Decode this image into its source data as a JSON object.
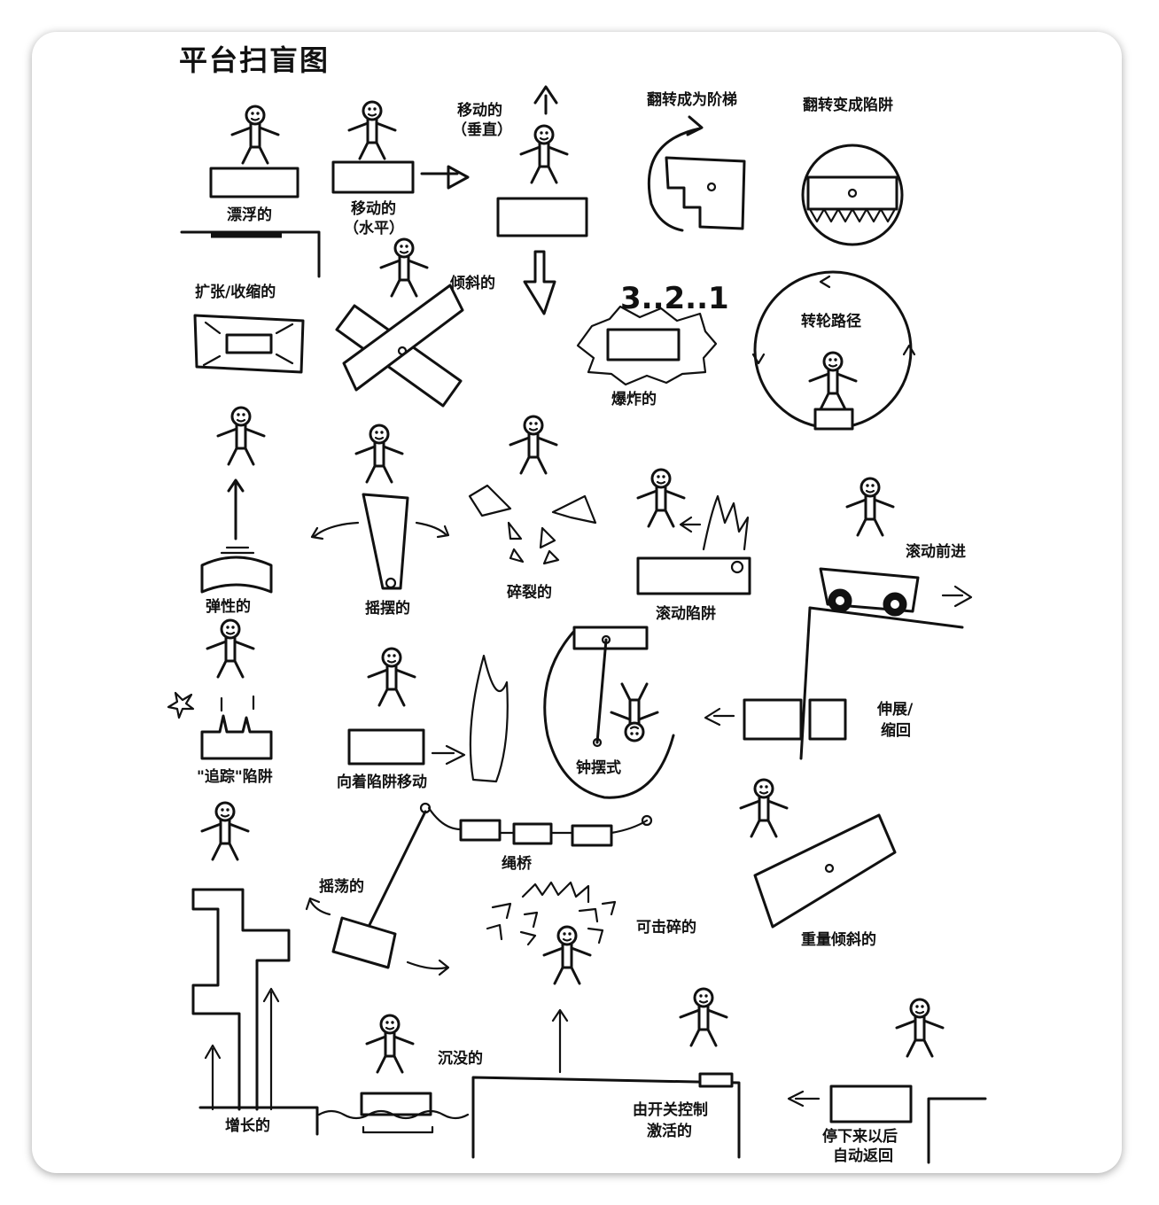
{
  "title": "平台扫盲图",
  "labels": {
    "floating": "漂浮的",
    "moving_h_1": "移动的",
    "moving_h_2": "（水平）",
    "moving_v_1": "移动的",
    "moving_v_2": "（垂直）",
    "flip_stairs": "翻转成为阶梯",
    "flip_trap": "翻转变成陷阱",
    "expand": "扩张/收缩的",
    "tilting": "倾斜的",
    "countdown": "3..2..1",
    "exploding": "爆炸的",
    "wheel_path": "转轮路径",
    "bouncy": "弹性的",
    "swinging": "摇摆的",
    "crumbling": "碎裂的",
    "rolling_trap": "滚动陷阱",
    "rolling_forward": "滚动前进",
    "tracking_trap": "\"追踪\"陷阱",
    "toward_trap": "向着陷阱移动",
    "pendulum": "钟摆式",
    "extend_1": "伸展/",
    "extend_2": "缩回",
    "swaying": "摇荡的",
    "rope_bridge": "绳桥",
    "breakable": "可击碎的",
    "weight_tilt": "重量倾斜的",
    "growing": "增长的",
    "sinking": "沉没的",
    "switch_1": "由开关控制",
    "switch_2": "激活的",
    "auto_return_1": "停下来以后",
    "auto_return_2": "自动返回"
  },
  "icons": [
    "stick-figure-icon",
    "platform-icon",
    "arrow-icon",
    "spikes-icon",
    "fire-icon",
    "wheel-icon",
    "star-icon",
    "rope-icon",
    "explosion-icon"
  ]
}
